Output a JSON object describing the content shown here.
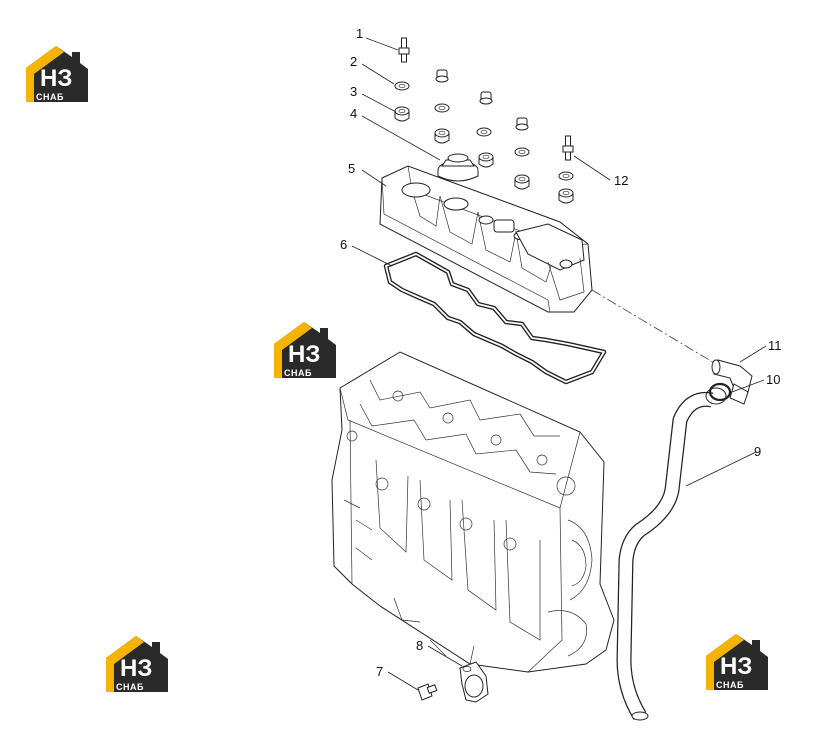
{
  "colors": {
    "logo_yellow": "#f5b400",
    "logo_dark": "#2a2a2a",
    "line": "#222222"
  },
  "logo": {
    "letters": "НЗ",
    "subtitle": "СНАБ",
    "icon": "house-logo-icon"
  },
  "callouts": [
    {
      "num": "1"
    },
    {
      "num": "2"
    },
    {
      "num": "3"
    },
    {
      "num": "4"
    },
    {
      "num": "5"
    },
    {
      "num": "6"
    },
    {
      "num": "7"
    },
    {
      "num": "8"
    },
    {
      "num": "9"
    },
    {
      "num": "10"
    },
    {
      "num": "11"
    },
    {
      "num": "12"
    }
  ]
}
